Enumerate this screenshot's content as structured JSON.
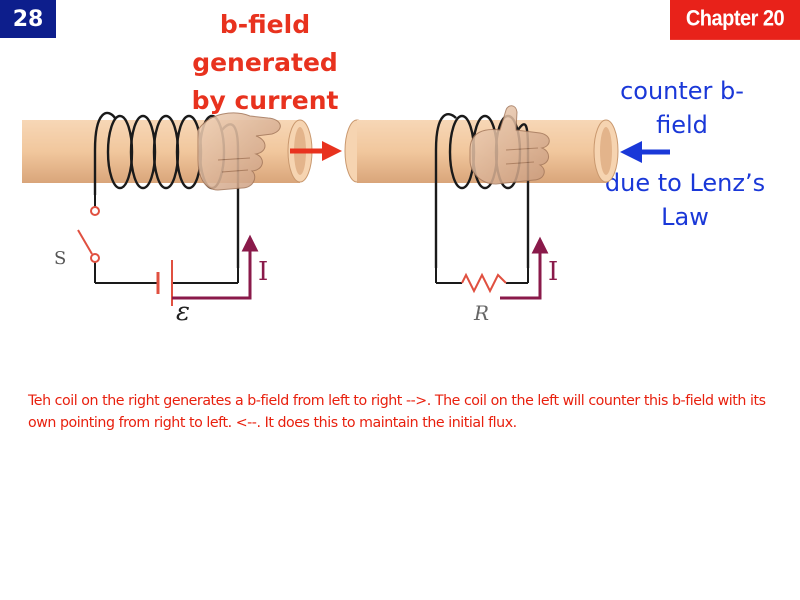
{
  "header": {
    "slide_number": "28",
    "chapter": "Chapter 20"
  },
  "labels": {
    "left_title": "b-field generated by current",
    "right_top": "counter b-field",
    "right_bottom": "due to Lenz’s Law"
  },
  "circuit": {
    "switch_label": "S",
    "emf_label": "ε",
    "current_left": "I",
    "current_right": "I",
    "resistor_label": "R"
  },
  "caption": "Teh coil on the right generates a b-field from left to right -->. The coil on the left will counter this b-field with its own pointing from right to left. <--. It does this to maintain the initial flux.",
  "colors": {
    "header_blue": "#0d1e8c",
    "chapter_red": "#e8221a",
    "title_red": "#e8321e",
    "lenz_blue": "#1a38d8",
    "current_arrow": "#8a1a4a",
    "resistor": "#e05040",
    "tube": "#f4cfa8"
  },
  "icons": [
    "right-hand-icon",
    "thumbs-up-hand-icon",
    "red-right-arrow-icon",
    "blue-left-arrow-icon",
    "switch-icon",
    "battery-icon",
    "resistor-icon"
  ]
}
